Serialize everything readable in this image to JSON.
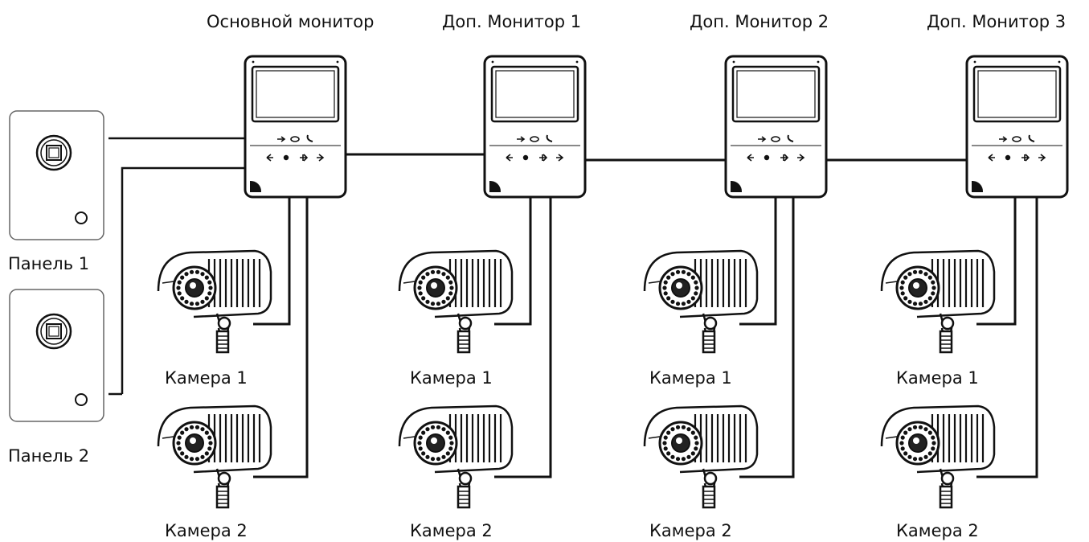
{
  "monitors": [
    {
      "label": "Основной монитор"
    },
    {
      "label": "Доп. Монитор 1"
    },
    {
      "label": "Доп. Монитор 2"
    },
    {
      "label": "Доп. Монитор 3"
    }
  ],
  "cameras": [
    {
      "label": "Камера 1"
    },
    {
      "label": "Камера 2"
    }
  ],
  "panels": [
    {
      "label": "Панель 1"
    },
    {
      "label": "Панель 2"
    }
  ],
  "colors": {
    "wire": "#111111",
    "outline": "#111111",
    "background": "#ffffff"
  },
  "icons": {
    "monitor": "video-monitor-icon",
    "camera": "cctv-camera-icon",
    "panel": "door-call-panel-icon"
  }
}
